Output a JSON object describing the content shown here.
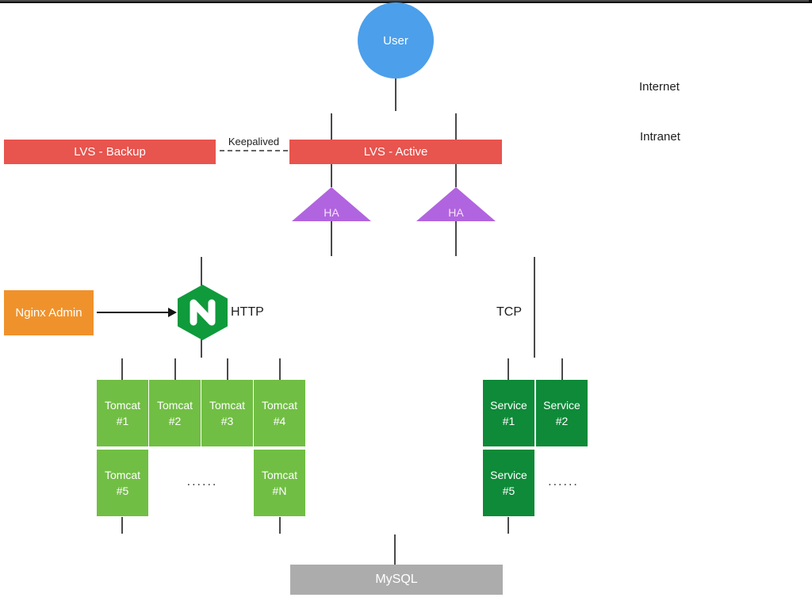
{
  "diagram": {
    "zones": {
      "internet": "Internet",
      "intranet": "Intranet"
    },
    "user": {
      "label": "User"
    },
    "lvs": {
      "backup_label": "LVS - Backup",
      "active_label": "LVS - Active",
      "link_label": "Keepalived"
    },
    "ha": {
      "left_label": "HA",
      "right_label": "HA"
    },
    "nginx": {
      "admin_label": "Nginx Admin",
      "letter": "N",
      "http_label": "HTTP",
      "tcp_label": "TCP"
    },
    "tomcat": {
      "row1": [
        "Tomcat\n#1",
        "Tomcat\n#2",
        "Tomcat\n#3",
        "Tomcat\n#4"
      ],
      "row2_first": "Tomcat\n#5",
      "row2_last": "Tomcat\n#N",
      "dots": "......"
    },
    "service": {
      "row1": [
        "Service\n#1",
        "Service\n#2"
      ],
      "row2_first": "Service\n#5",
      "dots": "......"
    },
    "mysql": {
      "label": "MySQL"
    },
    "colors": {
      "user_blue": "#4C9FEB",
      "lvs_red": "#E8544E",
      "ha_purple": "#B164DF",
      "admin_orange": "#F0922B",
      "nginx_green": "#0F9A3C",
      "tomcat_green": "#71BE44",
      "service_green": "#0E8A38",
      "mysql_gray": "#ACACAC"
    }
  }
}
